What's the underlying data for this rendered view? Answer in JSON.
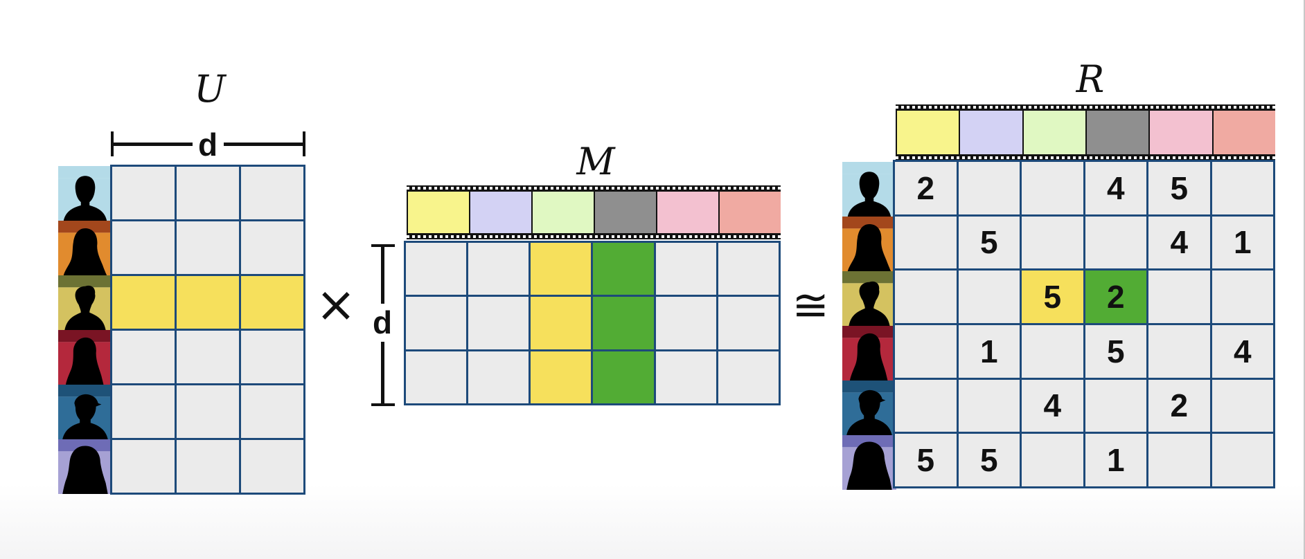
{
  "titles": {
    "u": "U",
    "m": "M",
    "r": "R"
  },
  "dimension_label": "d",
  "operators": {
    "times": "×",
    "approx": "≅"
  },
  "movie_colors": [
    "#f8f48c",
    "#d3d2f4",
    "#e0f8c2",
    "#8f8f8f",
    "#f3c1d0",
    "#f0aaa2"
  ],
  "user_colors": [
    {
      "top": "#b4dbe8",
      "bottom": "#b4dbe8"
    },
    {
      "top": "#a3471c",
      "bottom": "#e18b2e"
    },
    {
      "top": "#6c7234",
      "bottom": "#d4c260"
    },
    {
      "top": "#7a1424",
      "bottom": "#b4283c"
    },
    {
      "top": "#1e5278",
      "bottom": "#2f6d98"
    },
    {
      "top": "#6e6cb6",
      "bottom": "#a6a1d4"
    }
  ],
  "highlight": {
    "user_row": 2,
    "movie_cols": [
      2,
      3
    ],
    "colors": [
      "#f6e05c",
      "#52ac34"
    ]
  },
  "ratings": [
    [
      "2",
      "",
      "",
      "4",
      "5",
      ""
    ],
    [
      "",
      "5",
      "",
      "",
      "4",
      "1"
    ],
    [
      "",
      "",
      "5",
      "2",
      "",
      ""
    ],
    [
      "",
      "1",
      "",
      "5",
      "",
      "4"
    ],
    [
      "",
      "",
      "4",
      "",
      "2",
      ""
    ],
    [
      "5",
      "5",
      "",
      "1",
      "",
      ""
    ]
  ]
}
